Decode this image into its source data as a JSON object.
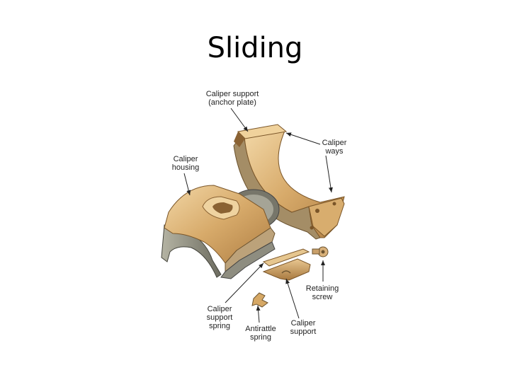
{
  "slide": {
    "title": "Sliding"
  },
  "labels": {
    "caliper_support_anchor": [
      "Caliper support",
      "(anchor plate)"
    ],
    "caliper_ways": [
      "Caliper",
      "ways"
    ],
    "caliper_housing": [
      "Caliper",
      "housing"
    ],
    "retaining_screw": [
      "Retaining",
      "screw"
    ],
    "caliper_support_spring": [
      "Caliper",
      "support",
      "spring"
    ],
    "antirattle_spring": [
      "Antirattle",
      "spring"
    ],
    "caliper_support": [
      "Caliper",
      "support"
    ]
  },
  "colors": {
    "bronze_light": "#e8c48a",
    "bronze_mid": "#c99a5a",
    "bronze_dark": "#8a6233",
    "gray_side": "#8f8f80",
    "gray_dark": "#5a5a50",
    "leader": "#222222"
  }
}
